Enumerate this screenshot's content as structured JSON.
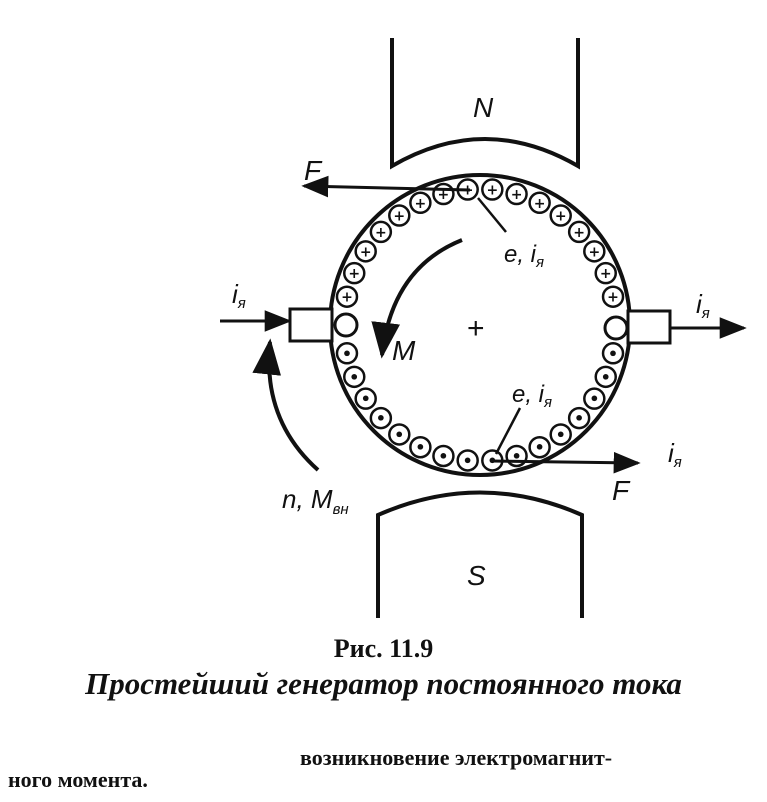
{
  "diagram": {
    "poles": {
      "north": "N",
      "south": "S"
    },
    "labels": {
      "force_top": "F",
      "force_bottom": "F",
      "emf_current_top": "e, i",
      "emf_current_top_sub": "я",
      "emf_current_bottom": "e, i",
      "emf_current_bottom_sub": "я",
      "current_left": "i",
      "current_left_sub": "я",
      "current_right": "i",
      "current_right_sub": "я",
      "current_bottom_right": "i",
      "current_bottom_right_sub": "я",
      "torque": "M",
      "speed_torque": "n, M",
      "speed_torque_sub": "вн",
      "center": "+"
    },
    "conductors": {
      "plus_symbol": "+",
      "dot_symbol": "•",
      "plus_count": 16,
      "dot_count": 16
    }
  },
  "caption": {
    "number": "Рис. 11.9",
    "title": "Простейший генератор постоянного тока"
  },
  "body_text": {
    "line1": "возникновение электромагнит-",
    "line2": "ного момента."
  }
}
